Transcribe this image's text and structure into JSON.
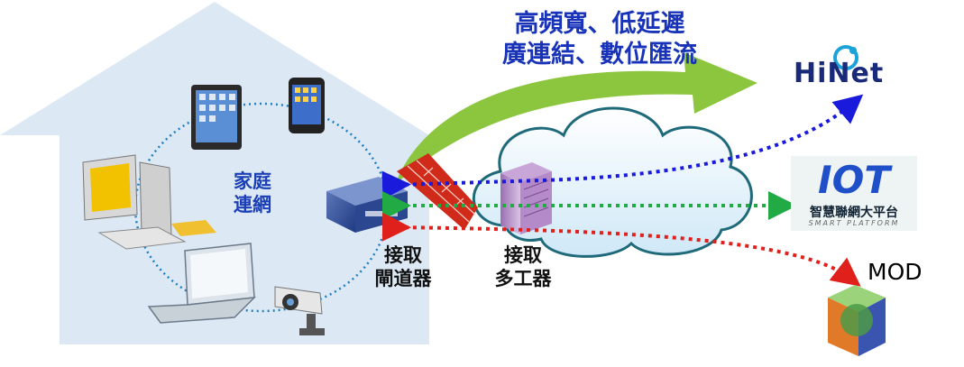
{
  "headline": {
    "line1": "高頻寬、低延遲",
    "line2": "廣連結、數位匯流"
  },
  "home_network_label": {
    "line1": "家庭",
    "line2": "連網"
  },
  "gateway_label": {
    "line1": "接取",
    "line2": "閘道器"
  },
  "multiplexer_label": {
    "line1": "接取",
    "line2": "多工器"
  },
  "services": {
    "hinet": "HiNet",
    "iot": {
      "logo": "IOT",
      "title": "智慧聯網大平台",
      "subtitle": "SMART PLATFORM"
    },
    "mod": "MOD"
  },
  "colors": {
    "house": "#dce9f5",
    "arrow_green": "#8cc63f",
    "link_blue": "#1a1adc",
    "link_green": "#22aa44",
    "link_red": "#e0201b",
    "home_ring": "#1f7fbf",
    "headline": "#1833b8"
  }
}
